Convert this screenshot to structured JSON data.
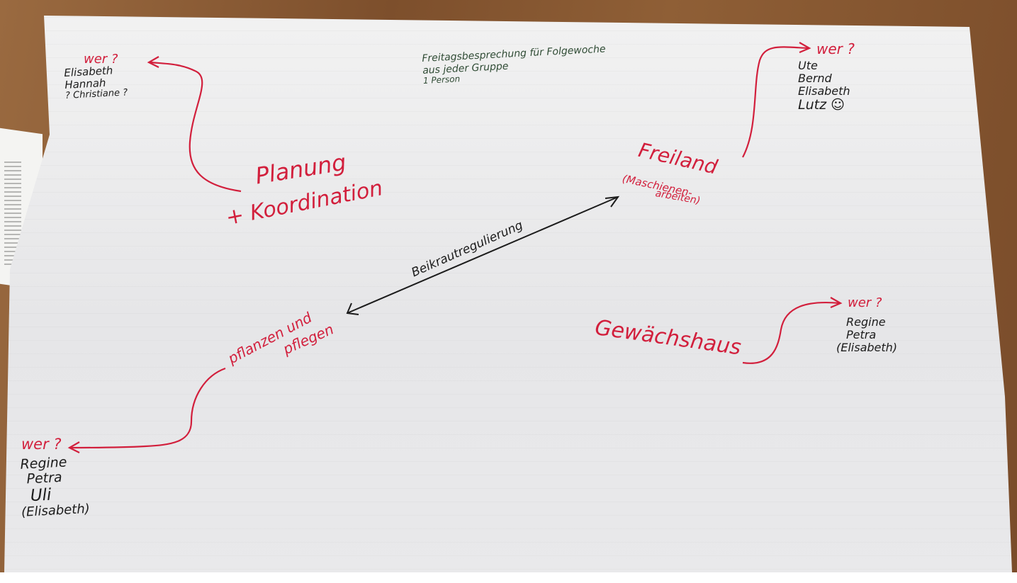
{
  "colors": {
    "red_ink": "#d21f3c",
    "black_ink": "#1c1c1c",
    "green_ink": "#2f4b34",
    "paper": "#ececee",
    "table": "#8a5a33"
  },
  "note": {
    "line1": "Freitagsbesprechung für Folgewoche",
    "line2": "aus jeder Gruppe",
    "line3": "1 Person"
  },
  "planung": {
    "title": "Planung",
    "subtitle": "+ Koordination",
    "who_label": "wer ?",
    "people": [
      "Elisabeth",
      "Hannah",
      "? Christiane ?"
    ]
  },
  "freiland": {
    "title": "Freiland",
    "paren": "(Maschienen-",
    "paren2": "arbeiten)",
    "who_label": "wer ?",
    "people": [
      "Ute",
      "Bernd",
      "Elisabeth",
      "Lutz ☺"
    ]
  },
  "pflanzen": {
    "title": "pflanzen und",
    "title2": "pflegen",
    "who_label": "wer ?",
    "people": [
      "Regine",
      "Petra",
      "Uli",
      "(Elisabeth)"
    ]
  },
  "gewaechshaus": {
    "title": "Gewächshaus",
    "who_label": "wer ?",
    "people": [
      "Regine",
      "Petra",
      "(Elisabeth)"
    ]
  },
  "link": {
    "label": "Beikrautregulierung"
  }
}
